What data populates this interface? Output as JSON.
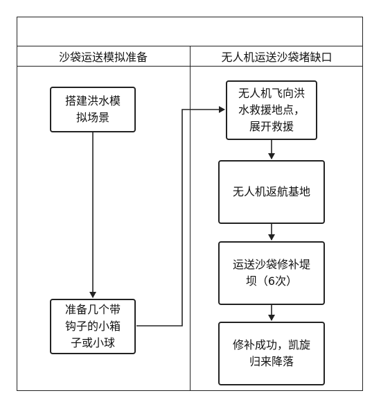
{
  "lanes": [
    {
      "title": "沙袋运送模拟准备"
    },
    {
      "title": "无人机运送沙袋堵缺口"
    }
  ],
  "boxes": {
    "build_scene": [
      "搭建洪水模",
      "拟场景"
    ],
    "prepare_hooks": [
      "准备几个带",
      "钩子的小箱",
      "子或小球"
    ],
    "fly_to_rescue": [
      "无人机飞向洪",
      "水救援地点，",
      "展开救援"
    ],
    "return_base": [
      "无人机返航基地"
    ],
    "transport_repair": [
      "运送沙袋修补堤",
      "坝（6次）"
    ],
    "success_land": [
      "修补成功，凯旋",
      "归来降落"
    ]
  }
}
